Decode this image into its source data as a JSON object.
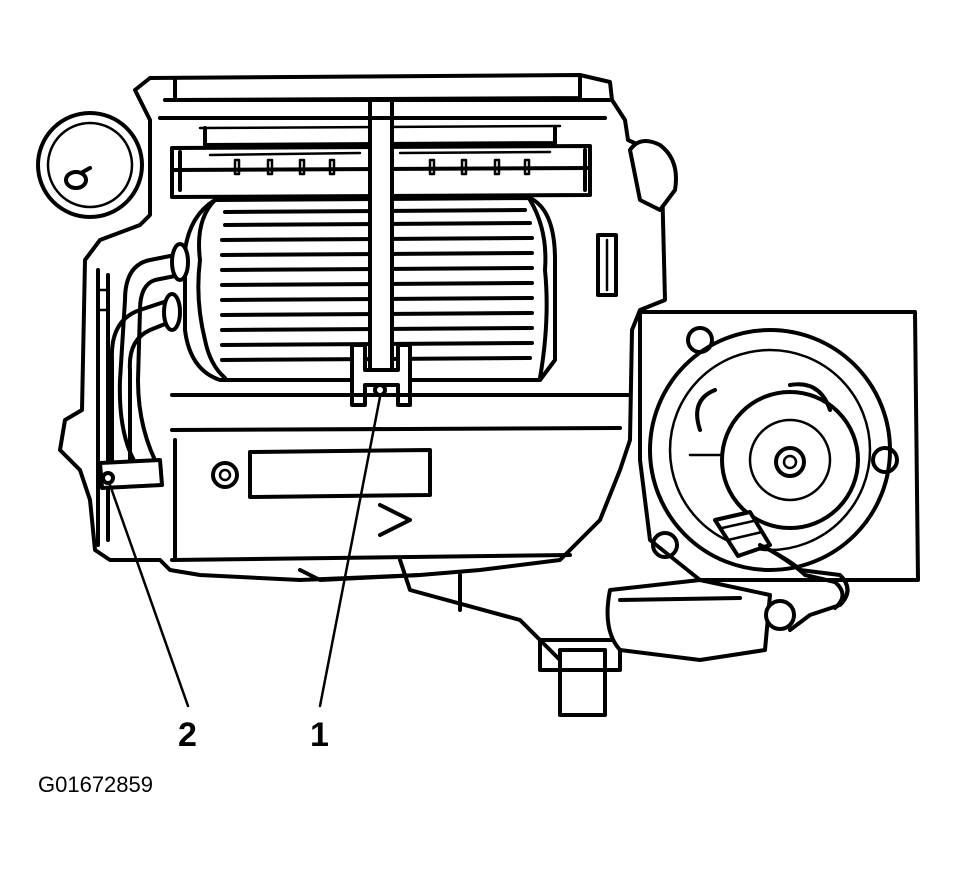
{
  "figure": {
    "id_label": "G01672859",
    "callouts": [
      {
        "label": "1"
      },
      {
        "label": "2"
      }
    ]
  },
  "icons": [
    "hvac-module-drawing",
    "evaporator-core",
    "blower-motor",
    "drain-tube",
    "heater-hoses",
    "electrical-connector"
  ]
}
